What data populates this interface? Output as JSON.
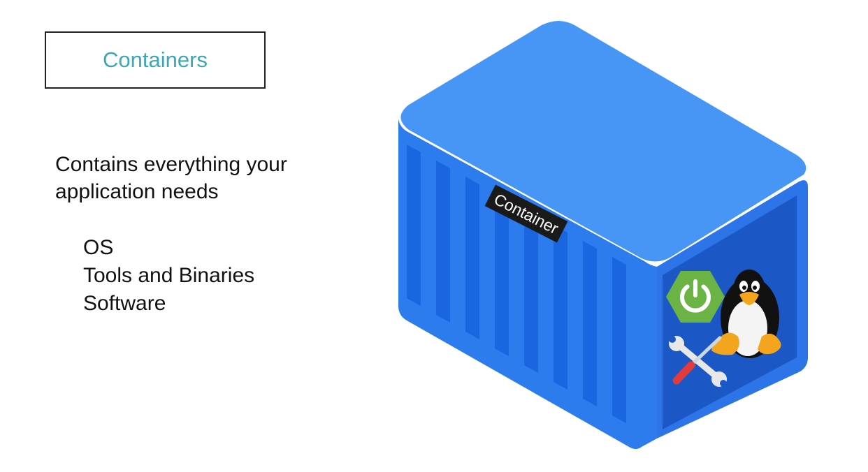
{
  "slide": {
    "title": "Containers",
    "intro_lines": [
      "Contains everything your",
      "application needs"
    ],
    "items": [
      "OS",
      "Tools and Binaries",
      "Software"
    ]
  },
  "illustration": {
    "label": "Container",
    "icons": [
      "spring-power-icon",
      "tux-penguin-icon",
      "wrench-screwdriver-icon"
    ]
  },
  "colors": {
    "title": "#3aa8b4",
    "container_top": "#4796f5",
    "container_side": "#2c7ced",
    "container_rib": "#1a66e0",
    "container_inner": "#1b58c6",
    "label_bg": "#1a1a1a",
    "spring": "#6ab344"
  }
}
